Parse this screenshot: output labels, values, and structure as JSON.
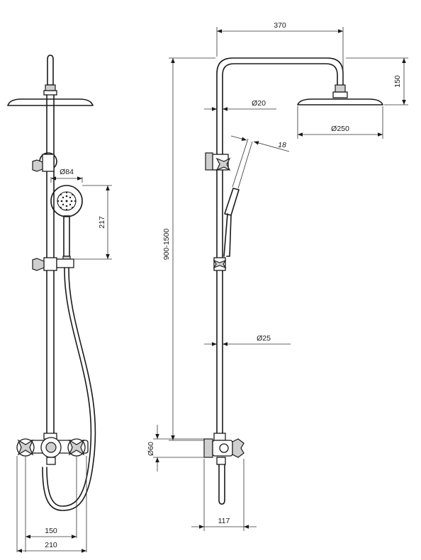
{
  "front_view": {
    "dim_head_cap": "Ø84",
    "dim_hand_shower_length": "217",
    "dim_inner_spacing": "150",
    "dim_outer_width": "210"
  },
  "side_view": {
    "dim_arm_reach": "370",
    "dim_head_height": "150",
    "dim_arm_diameter": "Ø20",
    "dim_head_diameter": "Ø250",
    "dim_hand_angle": "18",
    "dim_height_range": "900-1500",
    "dim_rail_diameter": "Ø25",
    "dim_mixer_diameter": "Ø60",
    "dim_mixer_depth": "117"
  },
  "colors": {
    "line": "#1a1a1a",
    "fill_grey": "#cfcfcf"
  }
}
